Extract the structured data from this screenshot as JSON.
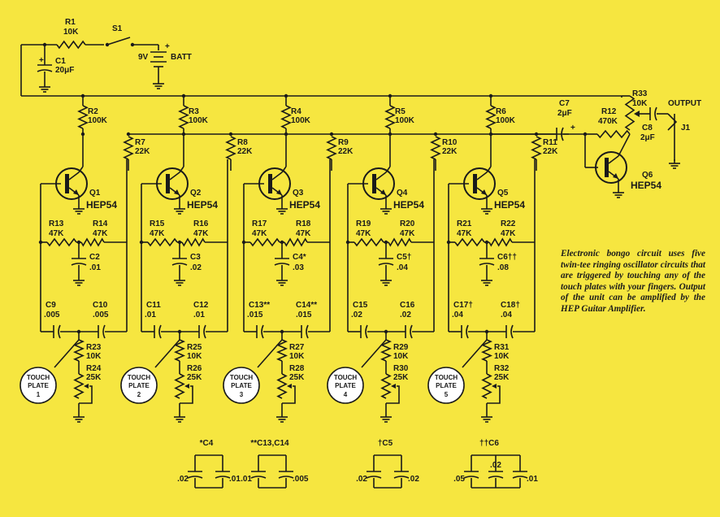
{
  "power": {
    "r1": [
      "R1",
      "10K"
    ],
    "s1": "S1",
    "c1": [
      "C1",
      "20μF"
    ],
    "batt": [
      "9V",
      "BATT"
    ],
    "plus": "+"
  },
  "stages": [
    {
      "rc": [
        "R2",
        "100K"
      ],
      "rb": [
        "R7",
        "22K"
      ],
      "q": [
        "Q1",
        "HEP54"
      ],
      "ra": [
        "R13",
        "47K"
      ],
      "rb2": [
        "R14",
        "47K"
      ],
      "cm": [
        "C2",
        ".01"
      ],
      "cl": [
        "C9",
        ".005"
      ],
      "cr": [
        "C10",
        ".005"
      ],
      "rs": [
        "R23",
        "10K"
      ],
      "rp": [
        "R24",
        "25K"
      ],
      "tp": [
        "TOUCH",
        "PLATE",
        "1"
      ]
    },
    {
      "rc": [
        "R3",
        "100K"
      ],
      "rb": [
        "R8",
        "22K"
      ],
      "q": [
        "Q2",
        "HEP54"
      ],
      "ra": [
        "R15",
        "47K"
      ],
      "rb2": [
        "R16",
        "47K"
      ],
      "cm": [
        "C3",
        ".02"
      ],
      "cl": [
        "C11",
        ".01"
      ],
      "cr": [
        "C12",
        ".01"
      ],
      "rs": [
        "R25",
        "10K"
      ],
      "rp": [
        "R26",
        "25K"
      ],
      "tp": [
        "TOUCH",
        "PLATE",
        "2"
      ]
    },
    {
      "rc": [
        "R4",
        "100K"
      ],
      "rb": [
        "R9",
        "22K"
      ],
      "q": [
        "Q3",
        "HEP54"
      ],
      "ra": [
        "R17",
        "47K"
      ],
      "rb2": [
        "R18",
        "47K"
      ],
      "cm": [
        "C4*",
        ".03"
      ],
      "cl": [
        "C13**",
        ".015"
      ],
      "cr": [
        "C14**",
        ".015"
      ],
      "rs": [
        "R27",
        "10K"
      ],
      "rp": [
        "R28",
        "25K"
      ],
      "tp": [
        "TOUCH",
        "PLATE",
        "3"
      ]
    },
    {
      "rc": [
        "R5",
        "100K"
      ],
      "rb": [
        "R10",
        "22K"
      ],
      "q": [
        "Q4",
        "HEP54"
      ],
      "ra": [
        "R19",
        "47K"
      ],
      "rb2": [
        "R20",
        "47K"
      ],
      "cm": [
        "C5†",
        ".04"
      ],
      "cl": [
        "C15",
        ".02"
      ],
      "cr": [
        "C16",
        ".02"
      ],
      "rs": [
        "R29",
        "10K"
      ],
      "rp": [
        "R30",
        "25K"
      ],
      "tp": [
        "TOUCH",
        "PLATE",
        "4"
      ]
    },
    {
      "rc": [
        "R6",
        "100K"
      ],
      "rb": [
        "R11",
        "22K"
      ],
      "q": [
        "Q5",
        "HEP54"
      ],
      "ra": [
        "R21",
        "47K"
      ],
      "rb2": [
        "R22",
        "47K"
      ],
      "cm": [
        "C6††",
        ".08"
      ],
      "cl": [
        "C17†",
        ".04"
      ],
      "cr": [
        "C18†",
        ".04"
      ],
      "rs": [
        "R31",
        "10K"
      ],
      "rp": [
        "R32",
        "25K"
      ],
      "tp": [
        "TOUCH",
        "PLATE",
        "5"
      ]
    }
  ],
  "output": {
    "c7": [
      "C7",
      "2μF"
    ],
    "r12": [
      "R12",
      "470K"
    ],
    "r33": [
      "R33",
      "10K"
    ],
    "c8": [
      "C8",
      "2μF"
    ],
    "label": "OUTPUT",
    "jack": "J1",
    "q6": [
      "Q6",
      "HEP54"
    ]
  },
  "substitutions": [
    {
      "title": "*C4",
      "values": [
        ".02",
        ".01"
      ]
    },
    {
      "title": "**C13,C14",
      "values": [
        ".01",
        ".005"
      ]
    },
    {
      "title": "†C5",
      "values": [
        ".02",
        ".02"
      ]
    },
    {
      "title": "††C6",
      "values": [
        ".05",
        ".02",
        ".01"
      ]
    }
  ],
  "caption": "Electronic bongo circuit uses five twin-tee ringing oscillator circuits that are triggered by touching any of the touch plates with your fingers. Output of the unit can be amplified by the HEP Guitar Amplifier."
}
